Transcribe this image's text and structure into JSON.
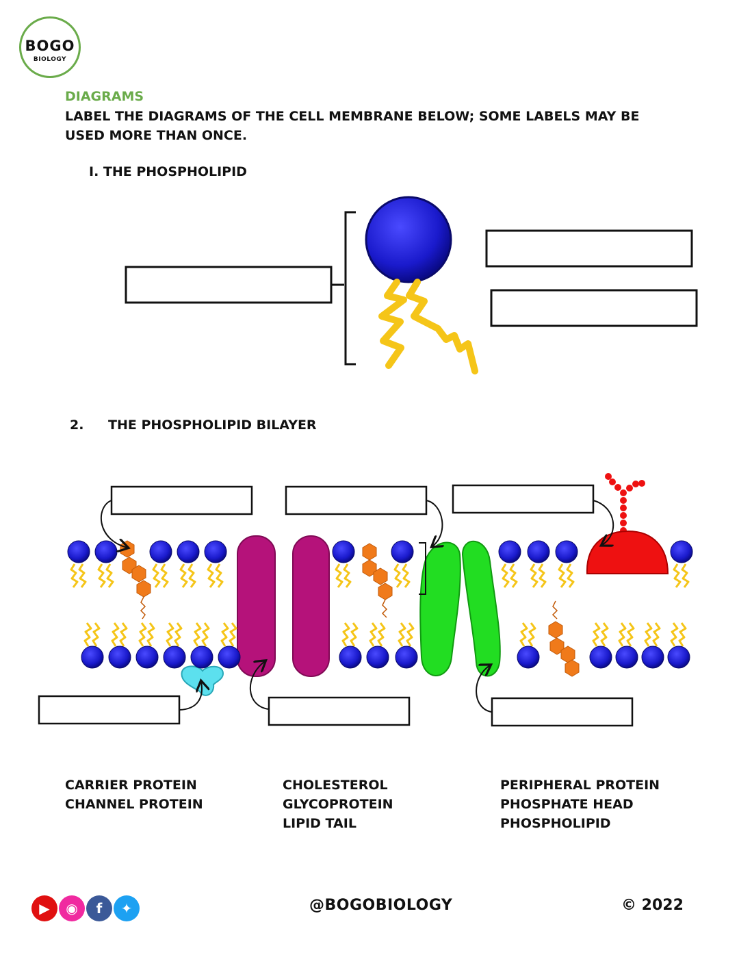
{
  "logo": {
    "word": "BOGO",
    "sub": "BIOLOGY"
  },
  "header": {
    "section": "DIAGRAMS",
    "instruction": "LABEL THE DIAGRAMS OF THE CELL MEMBRANE BELOW; SOME LABELS MAY BE USED MORE THAN ONCE."
  },
  "part1": {
    "title": "I.  THE PHOSPHOLIPID"
  },
  "part2": {
    "number": "2.",
    "title": "THE PHOSPHOLIPID BILAYER"
  },
  "word_bank": {
    "col1": [
      "CARRIER PROTEIN",
      "CHANNEL PROTEIN"
    ],
    "col2": [
      "CHOLESTEROL",
      "GLYCOPROTEIN",
      "LIPID TAIL"
    ],
    "col3": [
      "PERIPHERAL PROTEIN",
      "PHOSPHATE HEAD",
      "PHOSPHOLIPID"
    ]
  },
  "footer": {
    "handle": "@BOGOBIOLOGY",
    "copyright": "© 2022",
    "social_icons": [
      "youtube-icon",
      "instagram-icon",
      "facebook-icon",
      "twitter-icon"
    ]
  },
  "colors": {
    "accent_green": "#6aab4a",
    "phosphate_head": "#1a1acc",
    "lipid_tail": "#f5c518",
    "cholesterol": "#f07a1a",
    "channel_protein": "#b5127a",
    "carrier_protein": "#22dd22",
    "glycoprotein": "#ee1111",
    "peripheral_protein": "#5ce0ee"
  }
}
